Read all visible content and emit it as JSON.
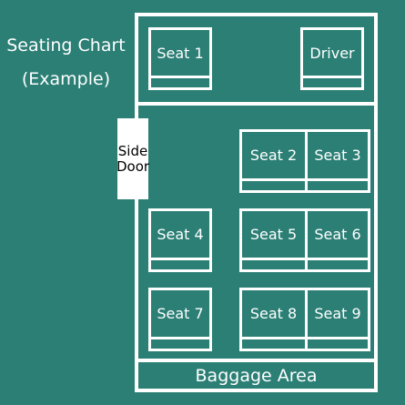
{
  "caption": {
    "line1": "Seating Chart",
    "line2": "(Example)"
  },
  "front_row": {
    "seat1": "Seat 1",
    "driver": "Driver"
  },
  "side_door": {
    "line1": "Side",
    "line2": "Door"
  },
  "seats": {
    "seat2": "Seat 2",
    "seat3": "Seat 3",
    "seat4": "Seat 4",
    "seat5": "Seat 5",
    "seat6": "Seat 6",
    "seat7": "Seat 7",
    "seat8": "Seat 8",
    "seat9": "Seat 9"
  },
  "baggage_area": "Baggage Area",
  "colors": {
    "background": "#2b7f75",
    "lines": "#ffffff",
    "door_text": "#000000"
  }
}
